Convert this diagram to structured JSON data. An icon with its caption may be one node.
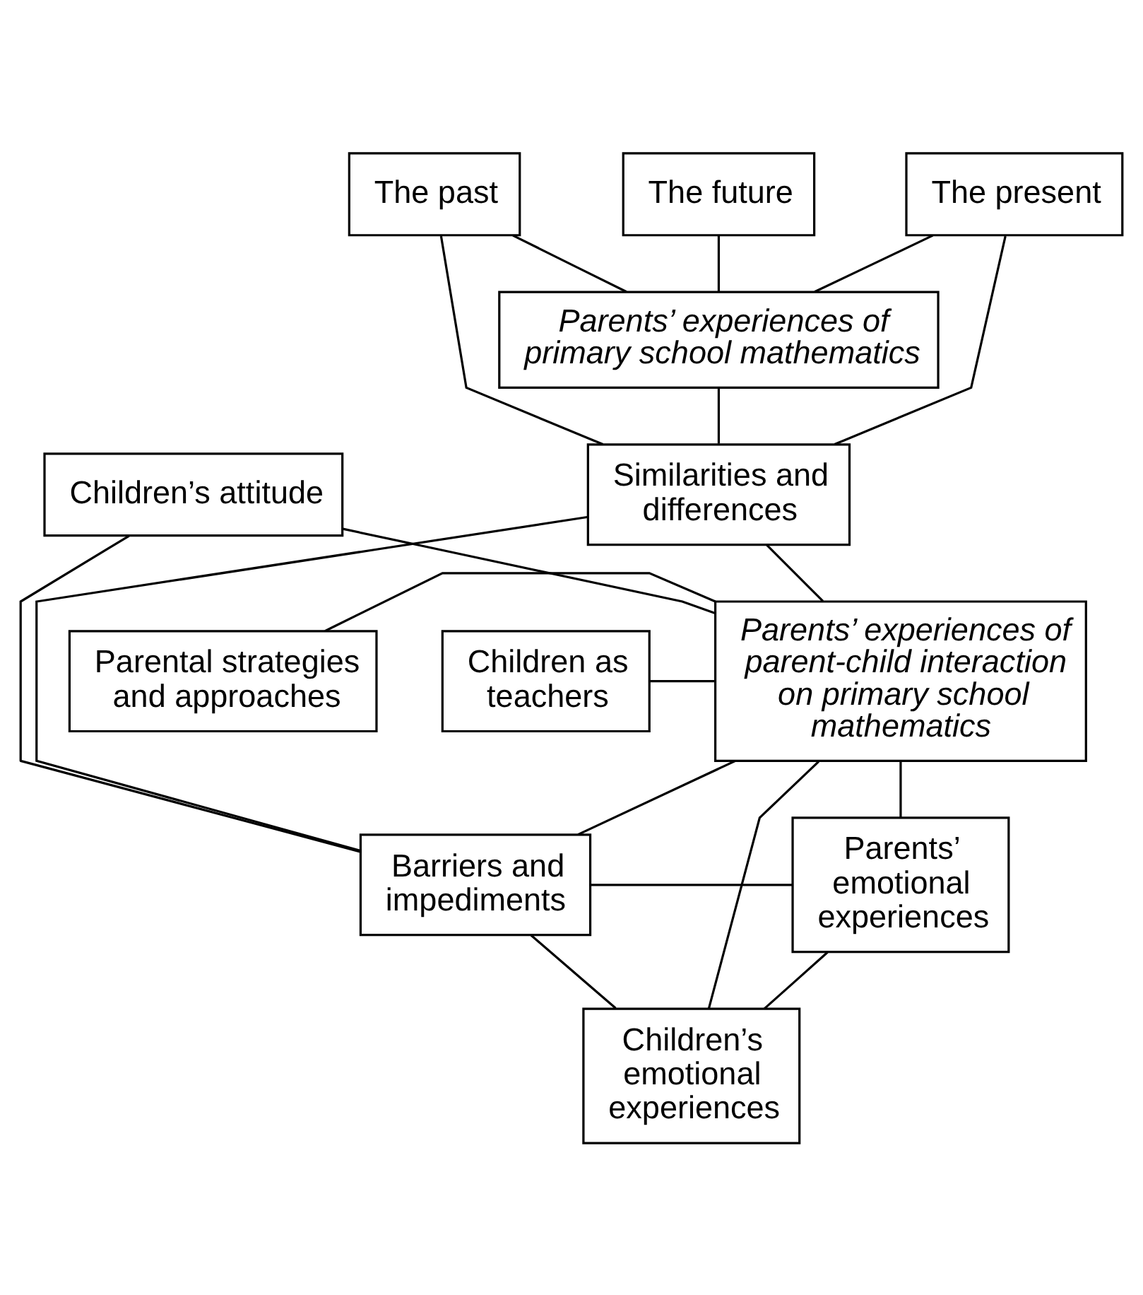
{
  "diagram": {
    "nodes": [
      {
        "text": [
          "The past"
        ]
      },
      {
        "text": [
          "The present"
        ]
      },
      {
        "text": [
          "The future"
        ]
      },
      {
        "text": [
          "Parents’ experiences of primary school mathematics"
        ]
      },
      {
        "text": [
          "Similarities and differences"
        ]
      },
      {
        "text": [
          "Parental strategies and approaches"
        ]
      },
      {
        "text": [
          "Children as teachers"
        ]
      },
      {
        "text": [
          "Parents’ experiences of parent-child interaction on primary school mathematics"
        ]
      },
      {
        "text": [
          "Children’s attitude"
        ]
      },
      {
        "text": [
          "Barriers and impediments"
        ]
      },
      {
        "text": [
          "Parents’ emotional experiences"
        ]
      },
      {
        "text": [
          "Children’s emotional experiences"
        ]
      }
    ],
    "edges": [
      {
        "from": 0,
        "to": 3,
        "arrow": "none"
      },
      {
        "from": 1,
        "to": 3,
        "arrow": "none"
      },
      {
        "from": 2,
        "to": 3,
        "arrow": "none"
      },
      {
        "from": 0,
        "to": 4,
        "arrow": "none"
      },
      {
        "from": 1,
        "to": 4,
        "arrow": "none"
      },
      {
        "from": 3,
        "to": 4,
        "arrow": "none"
      },
      {
        "from": 4,
        "to": 7,
        "arrow": "none"
      },
      {
        "from": 5,
        "to": 7,
        "arrow": "none"
      },
      {
        "from": 6,
        "to": 7,
        "arrow": "none"
      },
      {
        "from": 8,
        "to": 7,
        "arrow": "none"
      },
      {
        "from": 4,
        "to": 9,
        "arrow": "none"
      },
      {
        "from": 7,
        "to": 9,
        "arrow": "none"
      },
      {
        "from": 7,
        "to": 10,
        "arrow": "none"
      },
      {
        "from": 8,
        "to": 9,
        "arrow": "none"
      },
      {
        "from": 9,
        "to": 10,
        "arrow": "none"
      },
      {
        "from": 9,
        "to": 11,
        "arrow": "none"
      },
      {
        "from": 10,
        "to": 11,
        "arrow": "none"
      },
      {
        "from": 7,
        "to": 11,
        "arrow": "none"
      }
    ]
  }
}
